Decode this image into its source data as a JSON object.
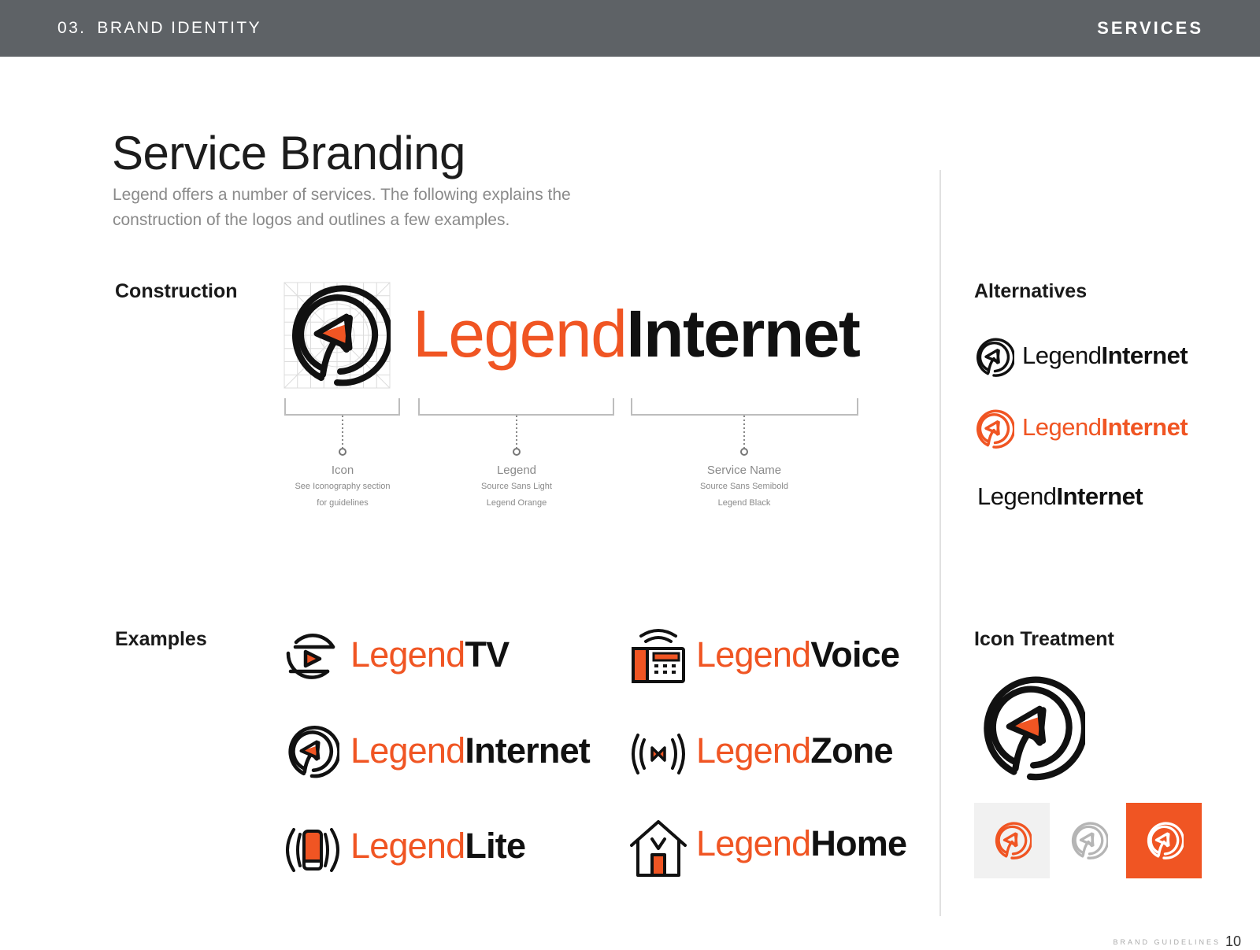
{
  "header": {
    "section_number": "03.",
    "section_title": "BRAND IDENTITY",
    "nav_label": "SERVICES"
  },
  "page": {
    "title": "Service Branding",
    "intro": "Legend offers a number of services. The following explains the construction of the logos and outlines a few examples."
  },
  "colors": {
    "legend_orange": "#f05523",
    "legend_black": "#111111",
    "header_gray": "#5e6266",
    "caption_gray": "#8a8a8a"
  },
  "construction": {
    "heading": "Construction",
    "logo": {
      "legend": "Legend",
      "service": "Internet",
      "icon": "internet-arrow-icon"
    },
    "parts": [
      {
        "title": "Icon",
        "line1": "See Iconography section",
        "line2": "for guidelines"
      },
      {
        "title": "Legend",
        "line1": "Source Sans Light",
        "line2": "Legend Orange"
      },
      {
        "title": "Service Name",
        "line1": "Source Sans Semibold",
        "line2": "Legend Black"
      }
    ]
  },
  "alternatives": {
    "heading": "Alternatives",
    "items": [
      {
        "legend": "Legend",
        "service": "Internet",
        "style": "black"
      },
      {
        "legend": "Legend",
        "service": "Internet",
        "style": "orange"
      },
      {
        "legend": "Legend",
        "service": "Internet",
        "style": "no-icon"
      }
    ]
  },
  "examples": {
    "heading": "Examples",
    "items": [
      {
        "legend": "Legend",
        "service": "TV",
        "icon": "tv-play-icon"
      },
      {
        "legend": "Legend",
        "service": "Voice",
        "icon": "desk-phone-icon"
      },
      {
        "legend": "Legend",
        "service": "Internet",
        "icon": "internet-arrow-icon"
      },
      {
        "legend": "Legend",
        "service": "Zone",
        "icon": "wireless-signal-icon"
      },
      {
        "legend": "Legend",
        "service": "Lite",
        "icon": "mobile-signal-icon"
      },
      {
        "legend": "Legend",
        "service": "Home",
        "icon": "house-icon"
      }
    ]
  },
  "icon_treatment": {
    "heading": "Icon Treatment",
    "tiles": [
      {
        "variant": "orange-on-light-gray",
        "background": "#f1f1f1",
        "icon_color": "#f05523"
      },
      {
        "variant": "gray-on-white",
        "background": "#ffffff",
        "icon_color": "#b5b5b5"
      },
      {
        "variant": "white-on-orange",
        "background": "#f05523",
        "icon_color": "#ffffff"
      }
    ]
  },
  "footer": {
    "text": "BRAND GUIDELINES",
    "page_number": "10"
  }
}
